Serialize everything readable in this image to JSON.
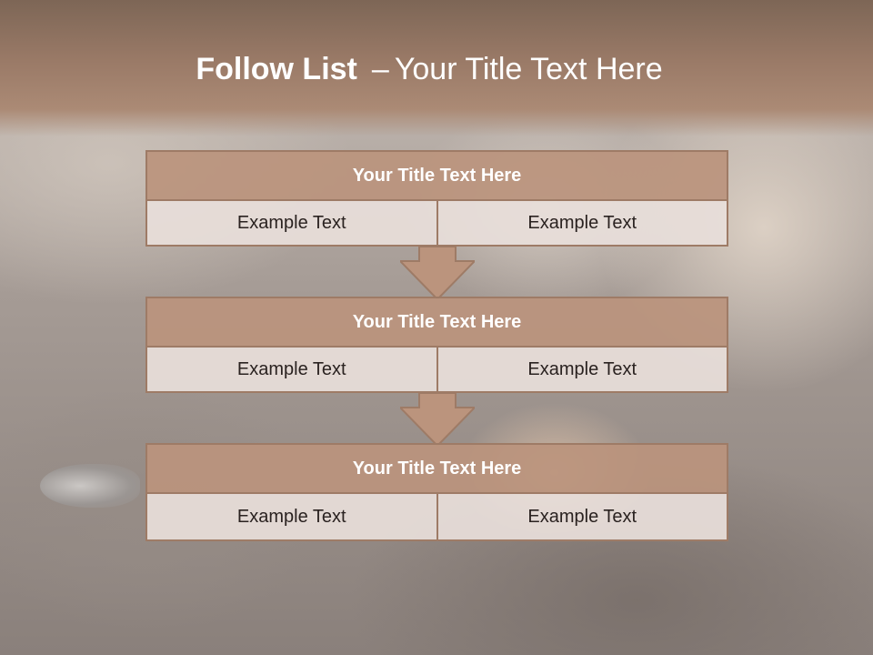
{
  "slide": {
    "title_bold": "Follow List",
    "title_separator": "–",
    "title_rest": "Your Title Text Here"
  },
  "blocks": [
    {
      "title": "Your Title Text Here",
      "left_text": "Example Text",
      "right_text": "Example Text"
    },
    {
      "title": "Your Title Text Here",
      "left_text": "Example Text",
      "right_text": "Example Text"
    },
    {
      "title": "Your Title Text Here",
      "left_text": "Example Text",
      "right_text": "Example Text"
    }
  ],
  "colors": {
    "header_band": "#9a7a67",
    "block_title_fill": "#bb947d",
    "block_border": "#9e7b66",
    "row_fill": "#e8dedA",
    "arrow_fill": "#bb947d"
  },
  "icons": [
    "down-arrow-icon"
  ]
}
